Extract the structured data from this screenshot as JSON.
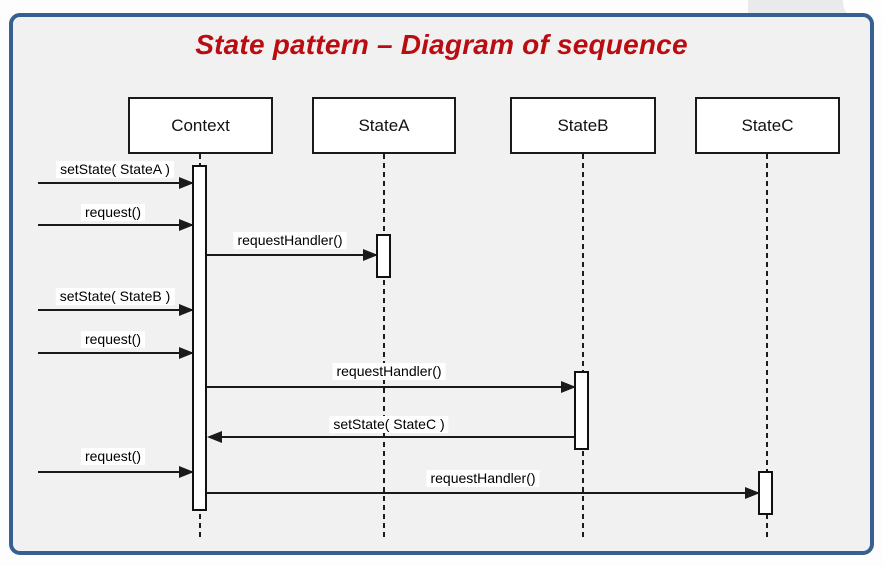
{
  "title": "State pattern – Diagram of sequence",
  "colors": {
    "title_red": "#b90d11",
    "frame_blue": "#35608f",
    "canvas_gray": "#f1f1f2",
    "line_black": "#1a1a1a",
    "label_background": "#ffffff"
  },
  "diagram_type": "uml-sequence",
  "actors": [
    {
      "name": "Context"
    },
    {
      "name": "StateA"
    },
    {
      "name": "StateB"
    },
    {
      "name": "StateC"
    }
  ],
  "messages": [
    {
      "label": "setState( StateA )",
      "from": "caller",
      "to": "Context",
      "direction": "right"
    },
    {
      "label": "request()",
      "from": "caller",
      "to": "Context",
      "direction": "right"
    },
    {
      "label": "requestHandler()",
      "from": "Context",
      "to": "StateA",
      "direction": "right"
    },
    {
      "label": "setState( StateB )",
      "from": "caller",
      "to": "Context",
      "direction": "right"
    },
    {
      "label": "request()",
      "from": "caller",
      "to": "Context",
      "direction": "right"
    },
    {
      "label": "requestHandler()",
      "from": "Context",
      "to": "StateB",
      "direction": "right"
    },
    {
      "label": "setState( StateC )",
      "from": "StateB",
      "to": "Context",
      "direction": "left"
    },
    {
      "label": "request()",
      "from": "caller",
      "to": "Context",
      "direction": "right"
    },
    {
      "label": "requestHandler()",
      "from": "Context",
      "to": "StateC",
      "direction": "right"
    }
  ]
}
